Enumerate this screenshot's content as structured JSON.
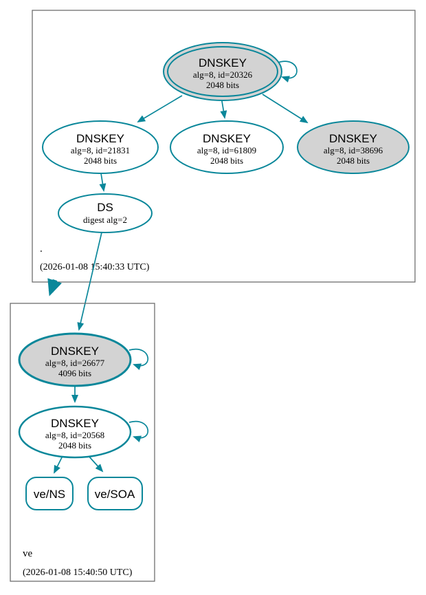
{
  "diagram": {
    "colors": {
      "secure": "#0a879a",
      "ksk_fill": "#d3d3d3",
      "node_fill": "#ffffff",
      "border": "#6e6e6e",
      "text": "#000000"
    },
    "zones": [
      {
        "name": ".",
        "timestamp": "(2026-01-08 15:40:33 UTC)",
        "nodes": [
          {
            "id": "dnskey-20326",
            "title": "DNSKEY",
            "line2": "alg=8, id=20326",
            "line3": "2048 bits"
          },
          {
            "id": "dnskey-21831",
            "title": "DNSKEY",
            "line2": "alg=8, id=21831",
            "line3": "2048 bits"
          },
          {
            "id": "dnskey-61809",
            "title": "DNSKEY",
            "line2": "alg=8, id=61809",
            "line3": "2048 bits"
          },
          {
            "id": "dnskey-38696",
            "title": "DNSKEY",
            "line2": "alg=8, id=38696",
            "line3": "2048 bits"
          },
          {
            "id": "ds-root-ve",
            "title": "DS",
            "line2": "digest alg=2"
          }
        ]
      },
      {
        "name": "ve",
        "timestamp": "(2026-01-08 15:40:50 UTC)",
        "nodes": [
          {
            "id": "dnskey-26677",
            "title": "DNSKEY",
            "line2": "alg=8, id=26677",
            "line3": "4096 bits"
          },
          {
            "id": "dnskey-20568",
            "title": "DNSKEY",
            "line2": "alg=8, id=20568",
            "line3": "2048 bits"
          },
          {
            "id": "rrset-ve-ns",
            "title": "ve/NS"
          },
          {
            "id": "rrset-ve-soa",
            "title": "ve/SOA"
          }
        ]
      }
    ]
  }
}
